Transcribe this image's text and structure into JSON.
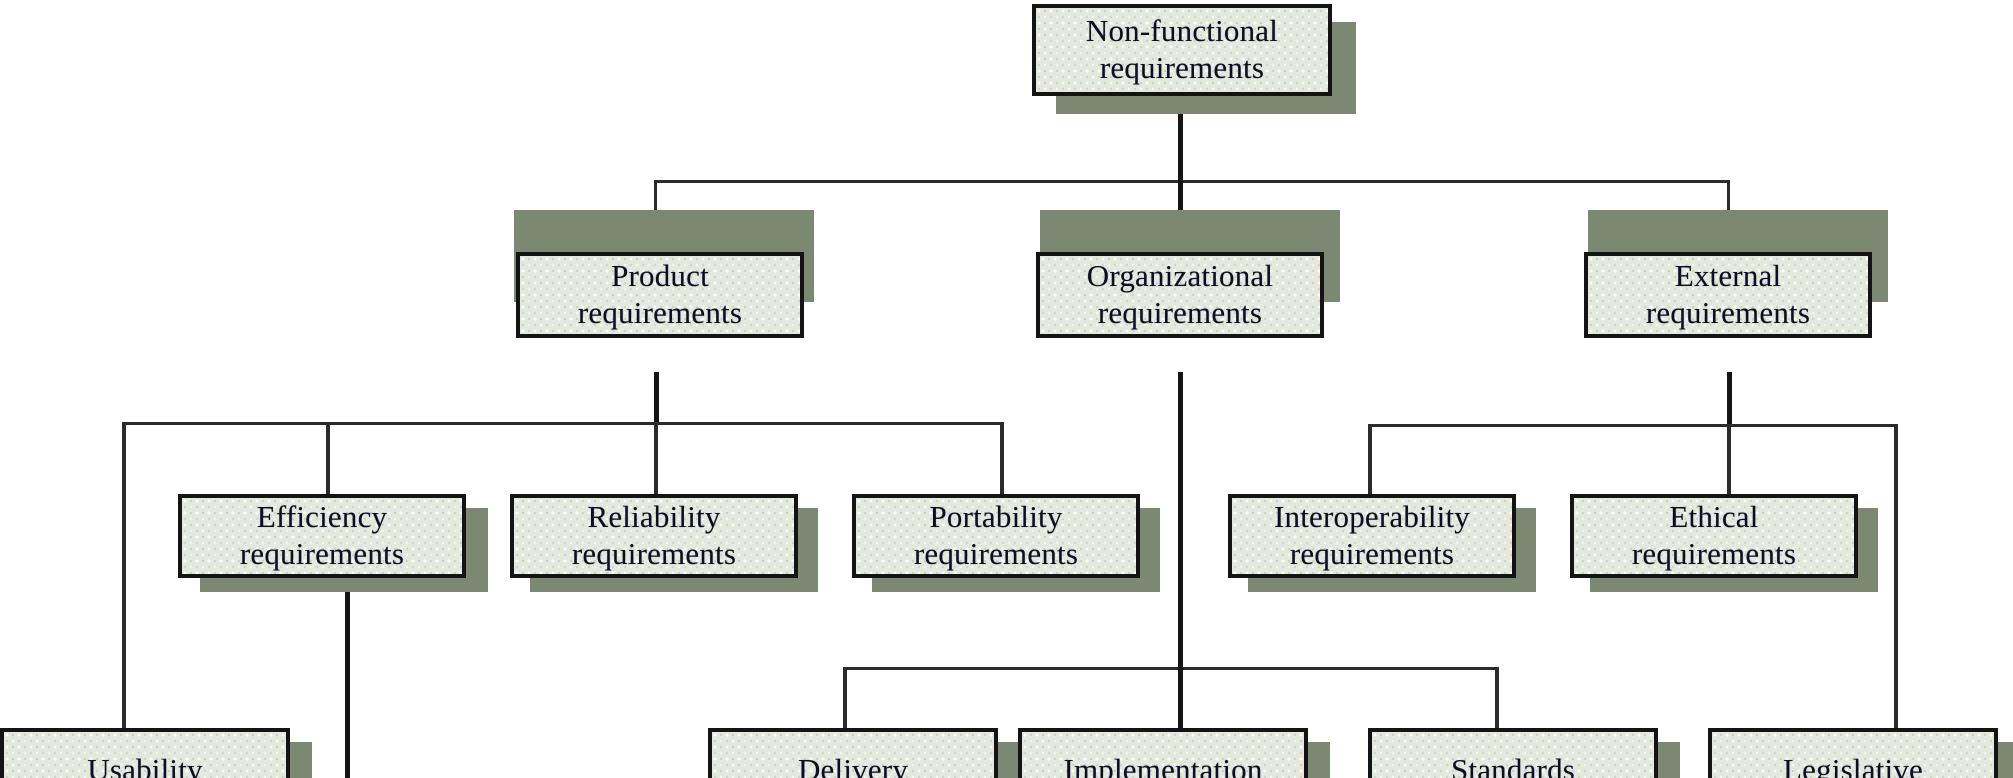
{
  "diagram": {
    "title": "Non-functional requirements",
    "type": "tree",
    "palette": {
      "box_fill": "#e3e9dc",
      "box_border": "#141414",
      "box_shadow": "#7b8872",
      "text": "#0d0d2b",
      "edge": "#151515",
      "background": "#ffffff"
    },
    "nodes": {
      "root": {
        "line1": "Non-functional",
        "line2": "requirements"
      },
      "product": {
        "line1": "Product",
        "line2": "requirements"
      },
      "organizational": {
        "line1": "Organizational",
        "line2": "requirements"
      },
      "external": {
        "line1": "External",
        "line2": "requirements"
      },
      "efficiency": {
        "line1": "Efficiency",
        "line2": "requirements"
      },
      "reliability": {
        "line1": "Reliability",
        "line2": "requirements"
      },
      "portability": {
        "line1": "Portability",
        "line2": "requirements"
      },
      "interoperability": {
        "line1": "Interoperability",
        "line2": "requirements"
      },
      "ethical": {
        "line1": "Ethical",
        "line2": "requirements"
      },
      "usability": {
        "line1": "Usability",
        "line2": ""
      },
      "delivery": {
        "line1": "Delivery",
        "line2": ""
      },
      "implementation": {
        "line1": "Implementation",
        "line2": ""
      },
      "standards": {
        "line1": "Standards",
        "line2": ""
      },
      "legislative": {
        "line1": "Legislative",
        "line2": ""
      }
    },
    "edges": [
      {
        "from": "root",
        "to": "product"
      },
      {
        "from": "root",
        "to": "organizational"
      },
      {
        "from": "root",
        "to": "external"
      },
      {
        "from": "product",
        "to": "usability"
      },
      {
        "from": "product",
        "to": "efficiency"
      },
      {
        "from": "product",
        "to": "reliability"
      },
      {
        "from": "product",
        "to": "portability"
      },
      {
        "from": "organizational",
        "to": "delivery"
      },
      {
        "from": "organizational",
        "to": "implementation"
      },
      {
        "from": "organizational",
        "to": "standards"
      },
      {
        "from": "external",
        "to": "interoperability"
      },
      {
        "from": "external",
        "to": "ethical"
      },
      {
        "from": "external",
        "to": "legislative"
      }
    ]
  }
}
